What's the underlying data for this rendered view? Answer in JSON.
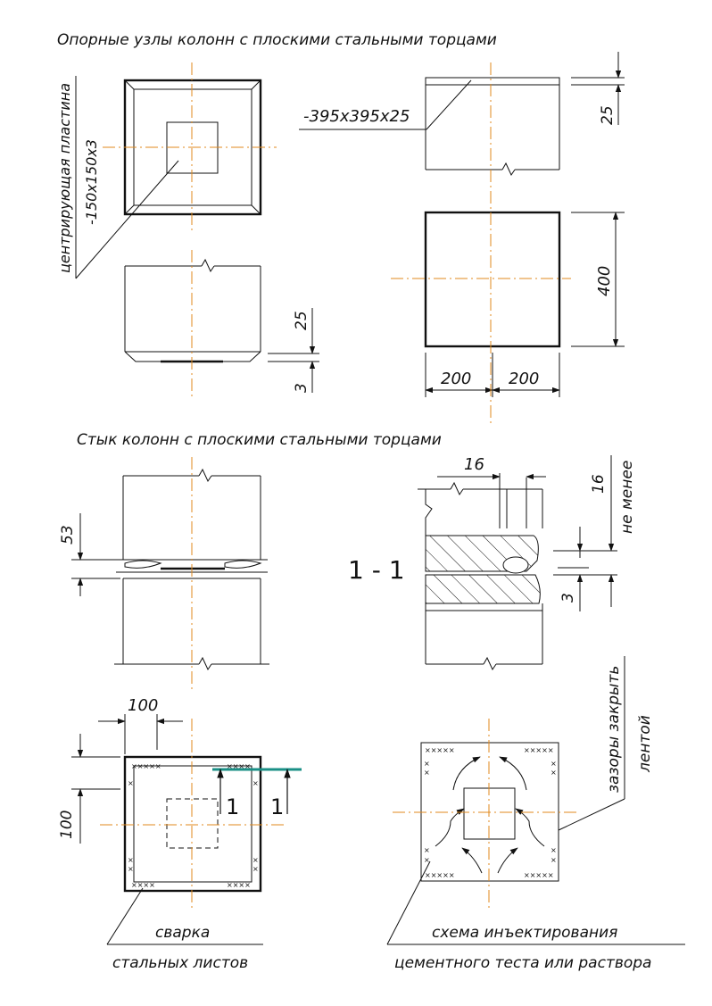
{
  "titles": {
    "support_nodes": "Опорные узлы колонн с плоскими стальными торцами",
    "column_joint": "Стык колонн с плоскими стальными торцами"
  },
  "labels": {
    "centering_plate_line1": "центрирующая пластина",
    "centering_plate_line2": "-150х150х3",
    "plate_spec": "-395х395х25",
    "section_mark": "1 - 1",
    "gap_min_line1": "не менее",
    "gaps_line1": "зазоры закрыть",
    "gaps_line2": "лентой",
    "welding_line1": "сварка",
    "welding_line2": "стальных листов",
    "injection_line1": "схема инъектирования",
    "injection_line2": "цементного теста или раствора",
    "cut_left": "1",
    "cut_right": "1"
  },
  "dimensions": {
    "plate_thickness": "25",
    "base_height": "25",
    "base_gap": "3",
    "plate_size": "400",
    "half_left": "200",
    "half_right": "200",
    "joint_gap": "53",
    "section_width": "16",
    "section_depth": "16",
    "section_gap": "3",
    "weld_width": "100",
    "weld_height": "100"
  },
  "colors": {
    "line": "#111111",
    "axis": "#e08a1e",
    "marker": "#1a8f86"
  }
}
